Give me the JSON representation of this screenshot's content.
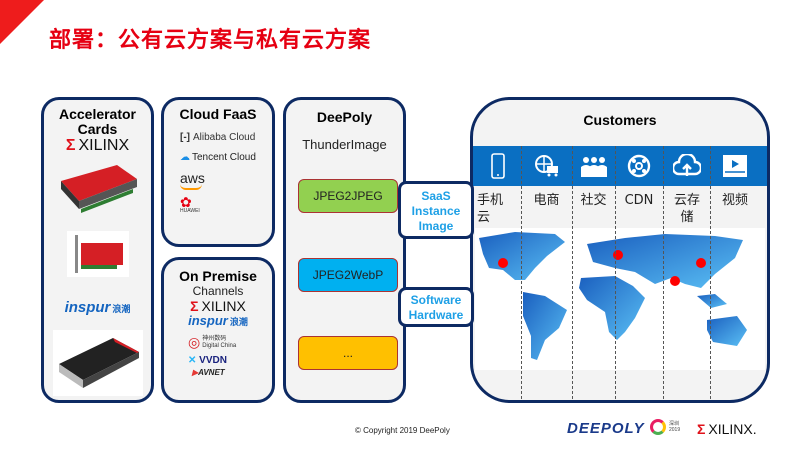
{
  "title": "部署：公有云方案与私有云方案",
  "panels": {
    "accelerator": {
      "title": "Accelerator Cards",
      "logos": [
        "XILINX",
        "inspur",
        "浪潮"
      ]
    },
    "cloud_faas": {
      "title": "Cloud FaaS",
      "providers": [
        "Alibaba Cloud",
        "Tencent Cloud",
        "aws",
        "HUAWEI"
      ]
    },
    "on_premise": {
      "title": "On Premise",
      "subtitle": "Channels",
      "partners": [
        "XILINX",
        "inspur",
        "浪潮",
        "神州数码",
        "Digital China",
        "VVDN",
        "AVNET"
      ]
    },
    "deepoly": {
      "title": "DeePoly",
      "product": "ThunderImage",
      "buttons": [
        {
          "label": "JPEG2JPEG",
          "color": "#92d050"
        },
        {
          "label": "JPEG2WebP",
          "color": "#00b0f0"
        },
        {
          "label": "...",
          "color": "#ffc000"
        }
      ]
    },
    "connectors": [
      {
        "label": "SaaS Instance Image"
      },
      {
        "label": "Software Hardware"
      }
    ],
    "customers": {
      "title": "Customers",
      "categories": [
        {
          "icon": "mobile-phone-icon",
          "label": "手机云"
        },
        {
          "icon": "ecommerce-icon",
          "label": "电商"
        },
        {
          "icon": "social-icon",
          "label": "社交"
        },
        {
          "icon": "cdn-icon",
          "label": "CDN"
        },
        {
          "icon": "cloud-storage-icon",
          "label": "云存储"
        },
        {
          "icon": "video-icon",
          "label": "视频"
        }
      ]
    }
  },
  "footer": {
    "copyright": "© Copyright 2019 DeePoly",
    "logos": [
      "DEEPOLY",
      "深圳 2019",
      "XILINX."
    ]
  },
  "colors": {
    "title": "#e60012",
    "panel_border": "#0d2a63",
    "band": "#0a6fc2",
    "connector_text": "#1ea0e6"
  }
}
